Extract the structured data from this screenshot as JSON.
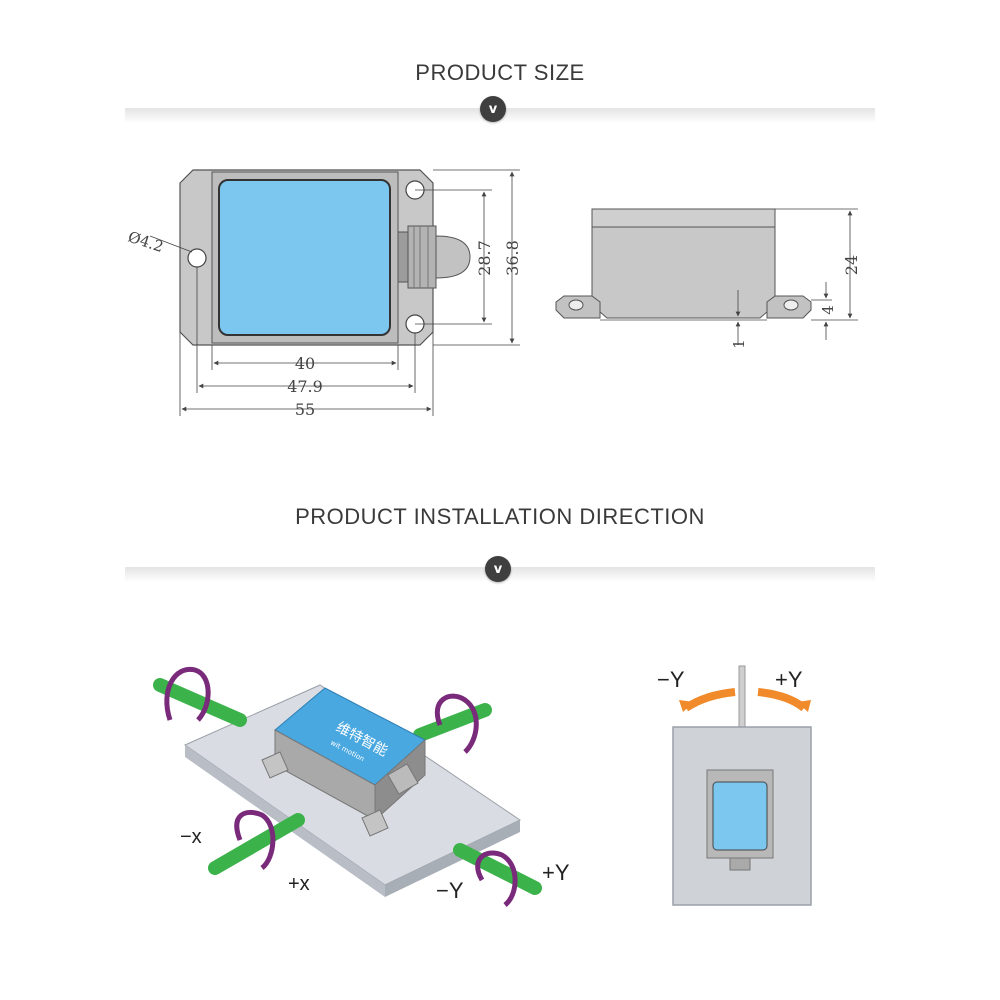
{
  "size_section": {
    "title": "PRODUCT  SIZE",
    "chevron": "v",
    "dimensions": {
      "hole_diameter": "Ø4.2",
      "width_inner": "40",
      "hole_spacing": "47.9",
      "width_total": "55",
      "hole_vertical_spacing": "28.7",
      "height_total": "36.8",
      "side_height": "24",
      "flange_height": "4",
      "base_gap": "1"
    }
  },
  "install_section": {
    "title": "PRODUCT  INSTALLATION  DIRECTION",
    "chevron": "v",
    "axes": {
      "minus_x": "−x",
      "plus_x": "+x",
      "minus_y_bottom": "−Y",
      "plus_y_bottom": "+Y",
      "minus_y_top": "−Y",
      "plus_y_top": "+Y"
    },
    "logo_text": "维特智能",
    "logo_sub": "wit motion"
  },
  "colors": {
    "sensor_face": "#7cc7ef",
    "housing": "#c9c9c9",
    "axis_rod": "#3bb24a",
    "rotation_arrow": "#7a2a7a",
    "tilt_arrow": "#f08a2a",
    "chevron_bg": "#3f3f3f"
  }
}
